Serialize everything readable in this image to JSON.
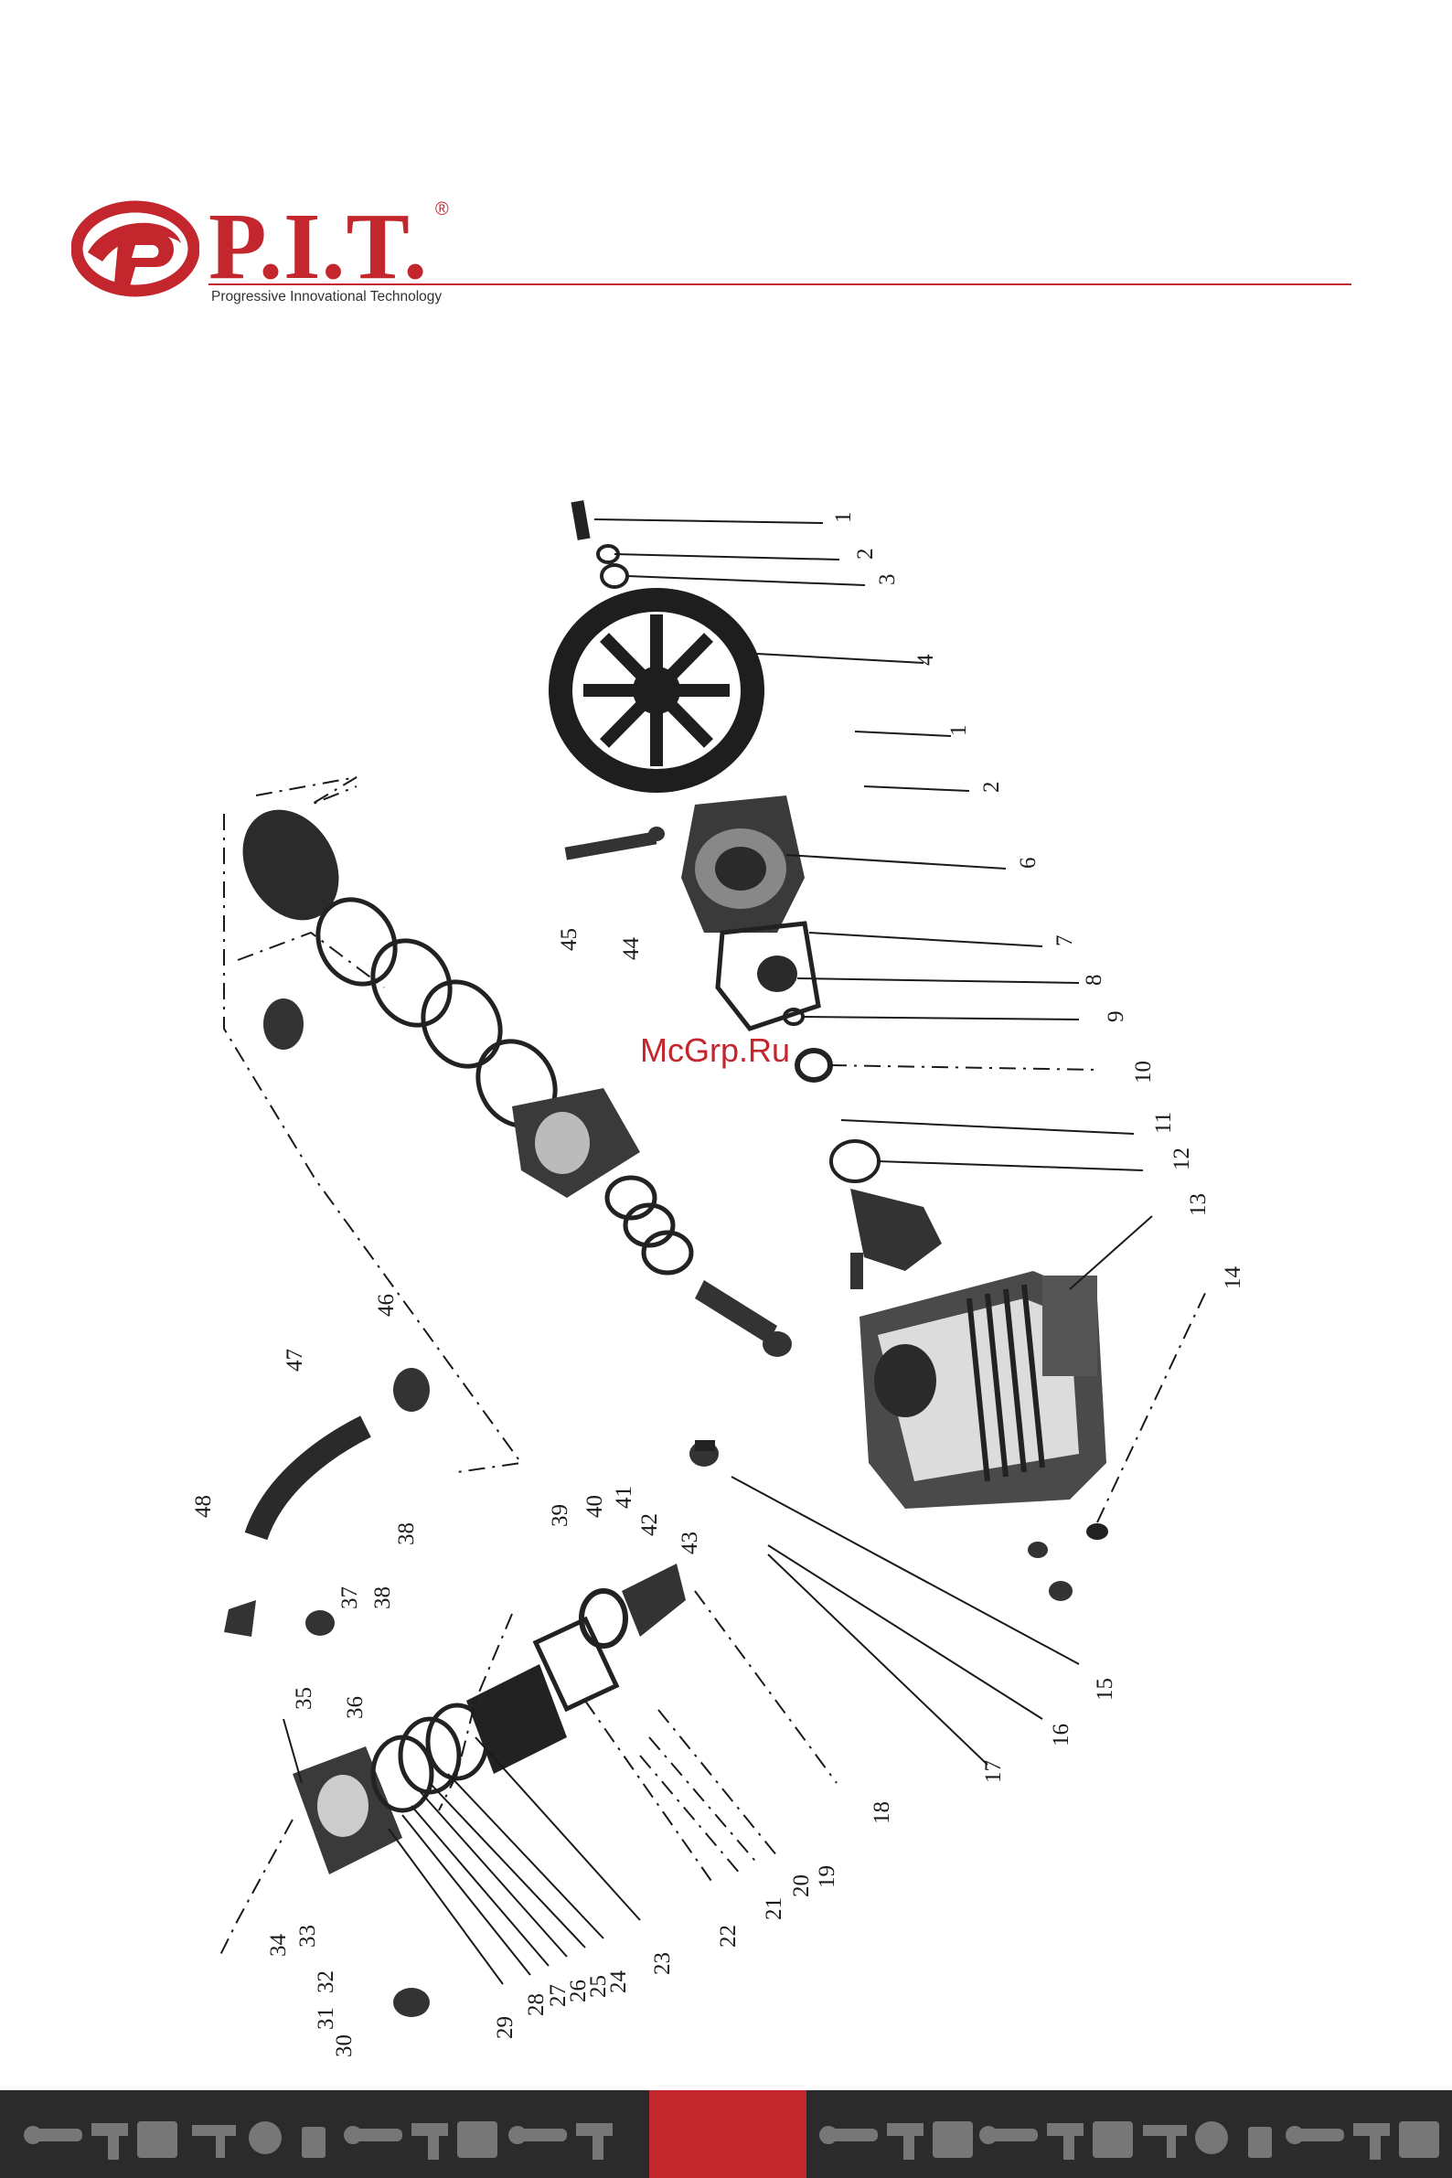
{
  "brand": {
    "name": "P.I.T.",
    "registered_mark": "®",
    "tagline": "Progressive Innovational Technology",
    "color": "#c3262d"
  },
  "watermark": {
    "text": "McGrp.Ru"
  },
  "diagram": {
    "callouts": [
      {
        "id": "c1a",
        "label": "1"
      },
      {
        "id": "c2a",
        "label": "2"
      },
      {
        "id": "c3",
        "label": "3"
      },
      {
        "id": "c4",
        "label": "4"
      },
      {
        "id": "c1b",
        "label": "1"
      },
      {
        "id": "c2b",
        "label": "2"
      },
      {
        "id": "c6",
        "label": "6"
      },
      {
        "id": "c7",
        "label": "7"
      },
      {
        "id": "c8",
        "label": "8"
      },
      {
        "id": "c9",
        "label": "9"
      },
      {
        "id": "c10",
        "label": "10"
      },
      {
        "id": "c11",
        "label": "11"
      },
      {
        "id": "c12",
        "label": "12"
      },
      {
        "id": "c13",
        "label": "13"
      },
      {
        "id": "c14",
        "label": "14"
      },
      {
        "id": "c15",
        "label": "15"
      },
      {
        "id": "c16",
        "label": "16"
      },
      {
        "id": "c17",
        "label": "17"
      },
      {
        "id": "c18",
        "label": "18"
      },
      {
        "id": "c19",
        "label": "19"
      },
      {
        "id": "c20",
        "label": "20"
      },
      {
        "id": "c21",
        "label": "21"
      },
      {
        "id": "c22",
        "label": "22"
      },
      {
        "id": "c23",
        "label": "23"
      },
      {
        "id": "c24",
        "label": "24"
      },
      {
        "id": "c25",
        "label": "25"
      },
      {
        "id": "c26",
        "label": "26"
      },
      {
        "id": "c27",
        "label": "27"
      },
      {
        "id": "c28",
        "label": "28"
      },
      {
        "id": "c29",
        "label": "29"
      },
      {
        "id": "c30",
        "label": "30"
      },
      {
        "id": "c31",
        "label": "31"
      },
      {
        "id": "c32",
        "label": "32"
      },
      {
        "id": "c33",
        "label": "33"
      },
      {
        "id": "c34",
        "label": "34"
      },
      {
        "id": "c35",
        "label": "35"
      },
      {
        "id": "c36",
        "label": "36"
      },
      {
        "id": "c37",
        "label": "37"
      },
      {
        "id": "c38a",
        "label": "38"
      },
      {
        "id": "c38b",
        "label": "38"
      },
      {
        "id": "c39",
        "label": "39"
      },
      {
        "id": "c40",
        "label": "40"
      },
      {
        "id": "c41",
        "label": "41"
      },
      {
        "id": "c42",
        "label": "42"
      },
      {
        "id": "c43",
        "label": "43"
      },
      {
        "id": "c44",
        "label": "44"
      },
      {
        "id": "c45",
        "label": "45"
      },
      {
        "id": "c46",
        "label": "46"
      },
      {
        "id": "c47",
        "label": "47"
      },
      {
        "id": "c48",
        "label": "48"
      }
    ]
  },
  "footer": {
    "background": "#2b2b2b",
    "accent": "#c3262d",
    "icons": [
      "angle-grinder-icon",
      "drill-icon",
      "generator-icon",
      "hammer-drill-icon",
      "concrete-mixer-icon",
      "tile-cutter-icon"
    ]
  }
}
